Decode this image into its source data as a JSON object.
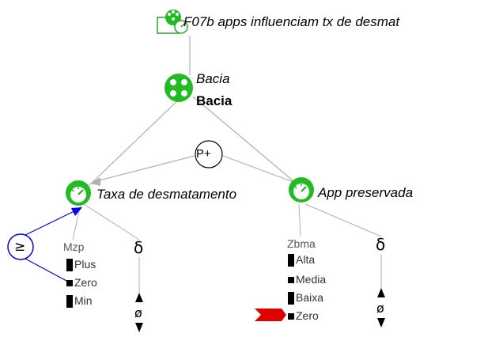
{
  "diagram": {
    "title": "F07b apps influenciam tx de desmat",
    "entity_label_italic": "Bacia",
    "entity_label_bold": "Bacia",
    "relation_symbol": "P+",
    "correspondence_symbol": "≥",
    "left_node": {
      "label": "Taxa de desmatamento",
      "quantity_space_name": "Mzp",
      "values": [
        "Plus",
        "Zero",
        "Min"
      ],
      "derivative_symbol": "δ",
      "derivative_value": "ø"
    },
    "right_node": {
      "label": "App preservada",
      "quantity_space_name": "Zbma",
      "values": [
        "Alta",
        "Media",
        "Baixa",
        "Zero"
      ],
      "current_value": "Zero",
      "derivative_symbol": "δ",
      "derivative_value": "ø"
    },
    "colors": {
      "node_green": "#22bb22",
      "connector_gray": "#b0b0b0",
      "correspondence_blue": "#0000ee",
      "value_marker_red": "#e00000"
    }
  }
}
